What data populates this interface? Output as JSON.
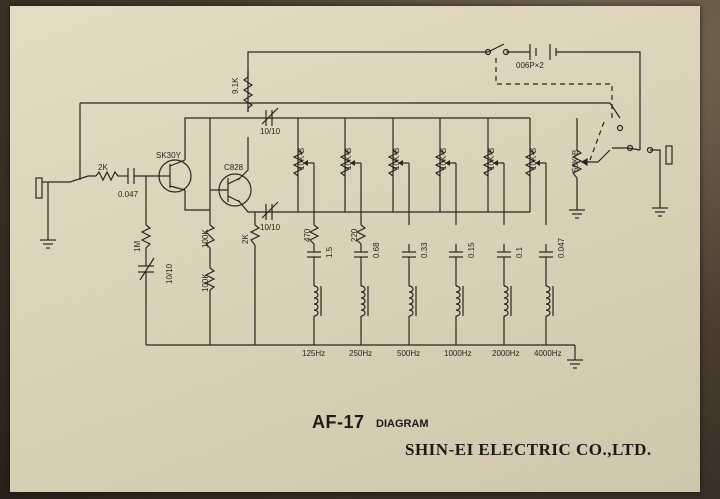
{
  "title": {
    "model": "AF-17",
    "word": "DIAGRAM",
    "company": "SHIN-EI ELECTRIC CO.,LTD."
  },
  "components": {
    "battery": "006P×2",
    "r_top": "9.1K",
    "r_input": "2K",
    "c_input": "0.047",
    "fet": "SK30Y",
    "transistor": "C828",
    "r_bias": "1M",
    "trimmer": "10/10",
    "r_gate_a": "100K",
    "r_gate_b": "100K",
    "r_emitter": "2K",
    "trim_top": "10/10",
    "trim_bottom": "10/10",
    "master_pot": "50K-B"
  },
  "bands": [
    {
      "pot": "10K-B",
      "r": "470",
      "c": "1.5",
      "freq": "125Hz"
    },
    {
      "pot": "10K-B",
      "r": "220",
      "c": "0.68",
      "freq": "250Hz"
    },
    {
      "pot": "10K-B",
      "r": "",
      "c": "0.33",
      "freq": "500Hz"
    },
    {
      "pot": "10K-B",
      "r": "",
      "c": "0.15",
      "freq": "1000Hz"
    },
    {
      "pot": "10K-B",
      "r": "",
      "c": "0.1",
      "freq": "2000Hz"
    },
    {
      "pot": "10K-B",
      "r": "",
      "c": "0.047",
      "freq": "4000Hz"
    }
  ]
}
